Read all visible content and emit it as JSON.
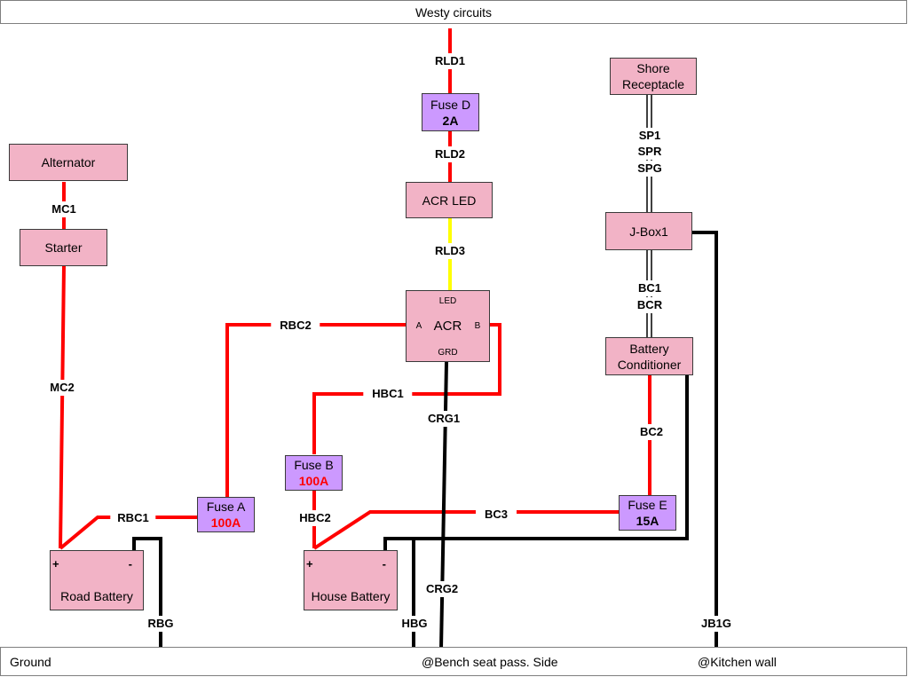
{
  "header": {
    "title": "Westy circuits"
  },
  "footer": {
    "left": "Ground",
    "middle": "@Bench seat pass. Side",
    "right": "@Kitchen wall"
  },
  "components": {
    "alternator": {
      "label": "Alternator"
    },
    "starter": {
      "label": "Starter"
    },
    "fuse_d": {
      "name": "Fuse D",
      "rating": "2A"
    },
    "acr_led": {
      "label": "ACR LED"
    },
    "acr": {
      "label": "ACR",
      "pin_led": "LED",
      "pin_a": "A",
      "pin_b": "B",
      "pin_grd": "GRD"
    },
    "shore": {
      "line1": "Shore",
      "line2": "Receptacle"
    },
    "jbox1": {
      "label": "J-Box1"
    },
    "conditioner": {
      "line1": "Battery",
      "line2": "Conditioner"
    },
    "fuse_a": {
      "name": "Fuse A",
      "rating": "100A"
    },
    "fuse_b": {
      "name": "Fuse B",
      "rating": "100A"
    },
    "fuse_e": {
      "name": "Fuse E",
      "rating": "15A"
    },
    "road_battery": {
      "label": "Road Battery",
      "plus": "+",
      "minus": "-"
    },
    "house_battery": {
      "label": "House Battery",
      "plus": "+",
      "minus": "-"
    }
  },
  "wires": {
    "RLD1": "RLD1",
    "RLD2": "RLD2",
    "RLD3": "RLD3",
    "MC1": "MC1",
    "MC2": "MC2",
    "SP1": "SP1",
    "SPR": "SPR",
    "SPG": "SPG",
    "BC1": "BC1",
    "BCR": "BCR",
    "BC2": "BC2",
    "BC3": "BC3",
    "RBC1": "RBC1",
    "RBC2": "RBC2",
    "HBC1": "HBC1",
    "HBC2": "HBC2",
    "CRG1": "CRG1",
    "CRG2": "CRG2",
    "RBG": "RBG",
    "HBG": "HBG",
    "JB1G": "JB1G"
  },
  "colors": {
    "positive": "#ff0000",
    "ground": "#000000",
    "led": "#ffff00",
    "component": "#f2b3c6",
    "fuse": "#cc99ff"
  }
}
